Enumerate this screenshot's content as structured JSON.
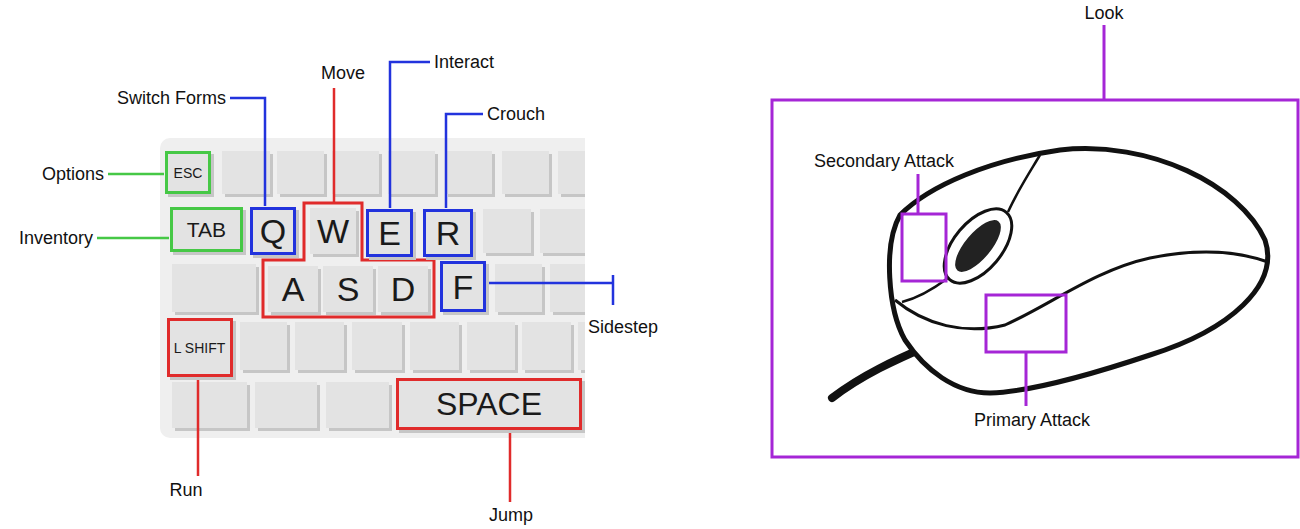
{
  "diagram": {
    "nodes": [
      {
        "text": [
          "ESC"
        ]
      },
      {
        "text": [
          "TAB"
        ]
      },
      {
        "text": [
          "Q"
        ]
      },
      {
        "text": [
          "W"
        ]
      },
      {
        "text": [
          "E"
        ]
      },
      {
        "text": [
          "R"
        ]
      },
      {
        "text": [
          "A"
        ]
      },
      {
        "text": [
          "S"
        ]
      },
      {
        "text": [
          "D"
        ]
      },
      {
        "text": [
          "F"
        ]
      },
      {
        "text": [
          "L SHIFT"
        ]
      },
      {
        "text": [
          "SPACE"
        ]
      }
    ],
    "labels": [
      "Options",
      "Inventory",
      "Switch Forms",
      "Move",
      "Interact",
      "Crouch",
      "Sidestep",
      "Run",
      "Jump",
      "Look",
      "Secondary Attack",
      "Primary Attack"
    ]
  }
}
